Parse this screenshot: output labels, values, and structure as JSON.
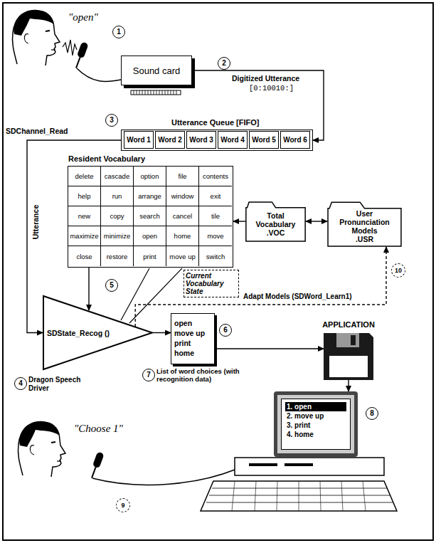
{
  "diagram": {
    "nodes": [
      {
        "text": [
          "Sound card"
        ]
      },
      {
        "text": [
          "Utterance Queue [FIFO]"
        ]
      },
      {
        "text": [
          "Word 1"
        ],
        "in": 1
      },
      {
        "text": [
          "Word 2"
        ],
        "in": 1
      },
      {
        "text": [
          "Word 3"
        ],
        "in": 1
      },
      {
        "text": [
          "Word 4"
        ],
        "in": 1
      },
      {
        "text": [
          "Word 5"
        ],
        "in": 1
      },
      {
        "text": [
          "Word 6"
        ],
        "in": 1
      },
      {
        "text": [
          "Resident Vocabulary"
        ]
      },
      {
        "text": [
          "Total Vocabulary",
          ".VOC"
        ]
      },
      {
        "text": [
          "User Pronunciation Models",
          ".USR"
        ]
      },
      {
        "text": [
          "SDState_Recog ()"
        ]
      },
      {
        "text": [
          "open",
          "move up",
          "print",
          "home"
        ]
      },
      {
        "text": [
          "APPLICATION"
        ]
      },
      {
        "text": [
          "1. open",
          "2. move up",
          "3. print",
          "4. home"
        ]
      }
    ],
    "edges": [
      {
        "from": 0,
        "to": 1,
        "arrow": "to"
      },
      {
        "from": 1,
        "to": 11,
        "arrow": "to"
      },
      {
        "from": 8,
        "to": 11,
        "arrow": "to"
      },
      {
        "from": 9,
        "to": 8,
        "arrow": "to"
      },
      {
        "from": 9,
        "to": 10,
        "arrow": "both"
      },
      {
        "from": 11,
        "to": 12,
        "arrow": "to"
      },
      {
        "from": 11,
        "to": 10,
        "arrow": "to"
      },
      {
        "from": 12,
        "to": 13,
        "arrow": "to"
      },
      {
        "from": 13,
        "to": 14,
        "arrow": "to"
      }
    ],
    "labels": [
      "\"open\"",
      "1",
      "Digitized Utterance",
      "[0:10010:]",
      "2",
      "3",
      "SDChannel_Read",
      "Utterance",
      "delete",
      "cascade",
      "option",
      "file",
      "contents",
      "help",
      "run",
      "arrange",
      "window",
      "exit",
      "new",
      "copy",
      "search",
      "cancel",
      "tile",
      "maximize",
      "minimize",
      "open",
      "home",
      "move",
      "close",
      "restore",
      "print",
      "move up",
      "switch",
      "Current Vocabulary State",
      "5",
      "Adapt Models (SDWord_Learn1)",
      "10",
      "4",
      "Dragon Speech Driver",
      "6",
      "7",
      "List of word choices (with recognition data)",
      "8",
      "\"Choose 1\"",
      "9"
    ]
  }
}
